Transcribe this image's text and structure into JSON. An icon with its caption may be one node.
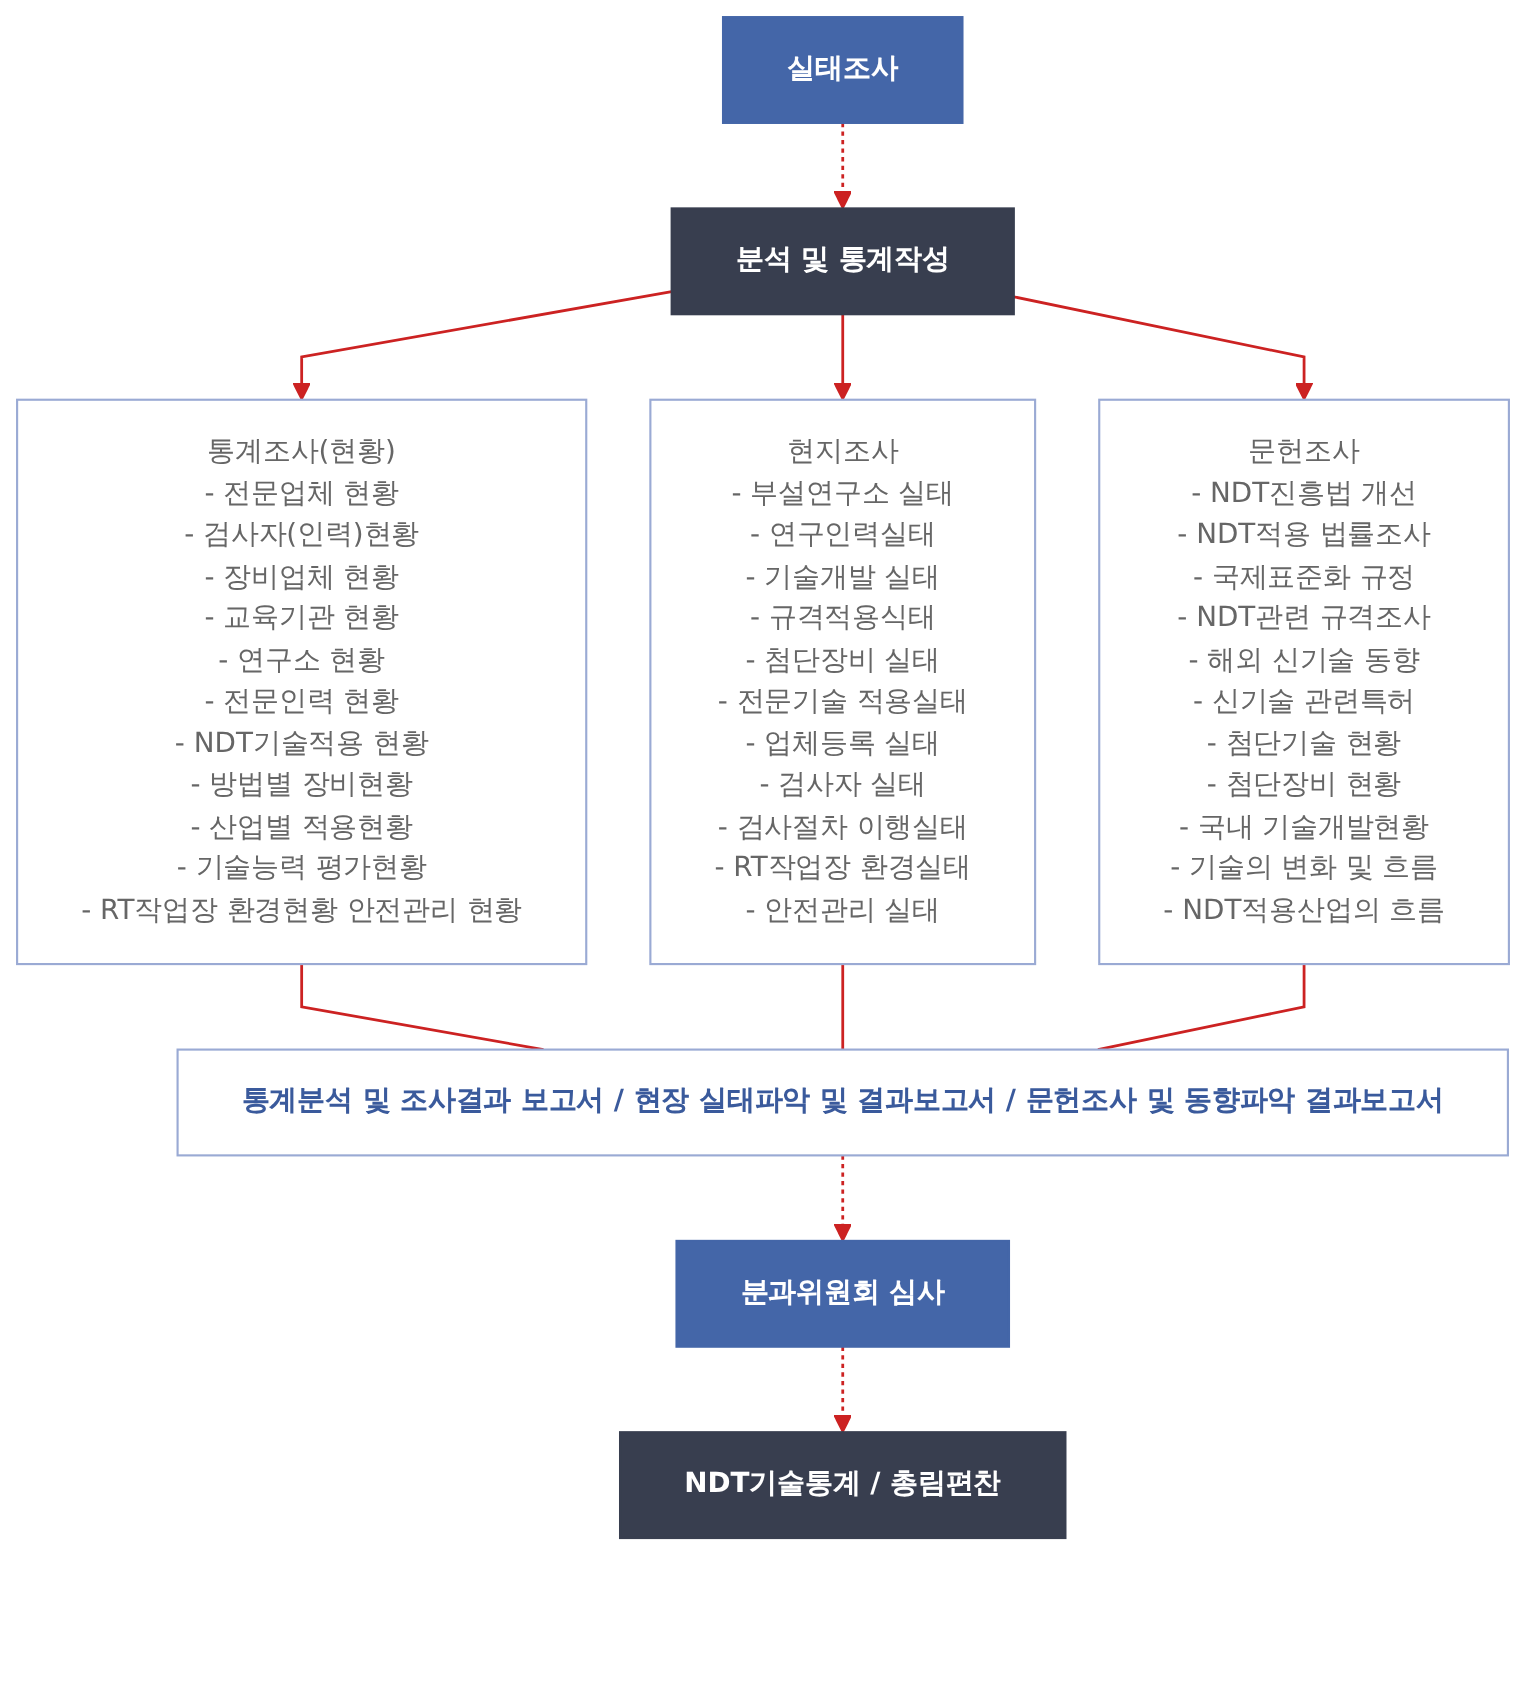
{
  "diagram": {
    "nodes": [
      {
        "text": [
          "실태조사"
        ]
      },
      {
        "text": [
          "분석 및 통계작성"
        ]
      },
      {
        "text": [
          "통계조사(현황)",
          "- 전문업체 현황",
          "- 검사자(인력)현황",
          "- 장비업체 현황",
          "- 교육기관 현황",
          "- 연구소 현황",
          "- 전문인력 현황",
          "- NDT기술적용 현황",
          "- 방법별 장비현황",
          "- 산업별 적용현황",
          "- 기술능력 평가현황",
          "- RT작업장 환경현황 안전관리 현황"
        ]
      },
      {
        "text": [
          "현지조사",
          "- 부설연구소 실태",
          "- 연구인력실태",
          "- 기술개발 실태",
          "- 규격적용식태",
          "- 첨단장비 실태",
          "- 전문기술 적용실태",
          "- 업체등록 실태",
          "- 검사자 실태",
          "- 검사절차 이행실태",
          "- RT작업장 환경실태",
          "- 안전관리 실태"
        ]
      },
      {
        "text": [
          "문헌조사",
          "- NDT진흥법 개선",
          "- NDT적용 법률조사",
          "- 국제표준화 규정",
          "- NDT관련 규격조사",
          "- 해외 신기술 동향",
          "- 신기술 관련특허",
          "- 첨단기술 현황",
          "- 첨단장비 현황",
          "- 국내 기술개발현황",
          "- 기술의 변화 및 흐름",
          "- NDT적용산업의 흐름"
        ]
      },
      {
        "text": [
          "통계분석 및 조사결과 보고서 / 현장 실태파악 및 결과보고서 / 문헌조사 및 동향파악 결과보고서"
        ]
      },
      {
        "text": [
          "분과위원회 심사"
        ]
      },
      {
        "text": [
          "NDT기술통계 / 총림편찬"
        ]
      }
    ],
    "edges": [
      {
        "from": 0,
        "to": 1,
        "arrow": "to",
        "style": "dashed"
      },
      {
        "from": 1,
        "to": 2,
        "arrow": "to"
      },
      {
        "from": 1,
        "to": 3,
        "arrow": "to"
      },
      {
        "from": 1,
        "to": 4,
        "arrow": "to"
      },
      {
        "from": 2,
        "to": 5,
        "arrow": "none"
      },
      {
        "from": 3,
        "to": 5,
        "arrow": "none"
      },
      {
        "from": 4,
        "to": 5,
        "arrow": "none"
      },
      {
        "from": 5,
        "to": 6,
        "arrow": "to",
        "style": "dashed"
      },
      {
        "from": 6,
        "to": 7,
        "arrow": "to",
        "style": "dashed"
      }
    ]
  }
}
